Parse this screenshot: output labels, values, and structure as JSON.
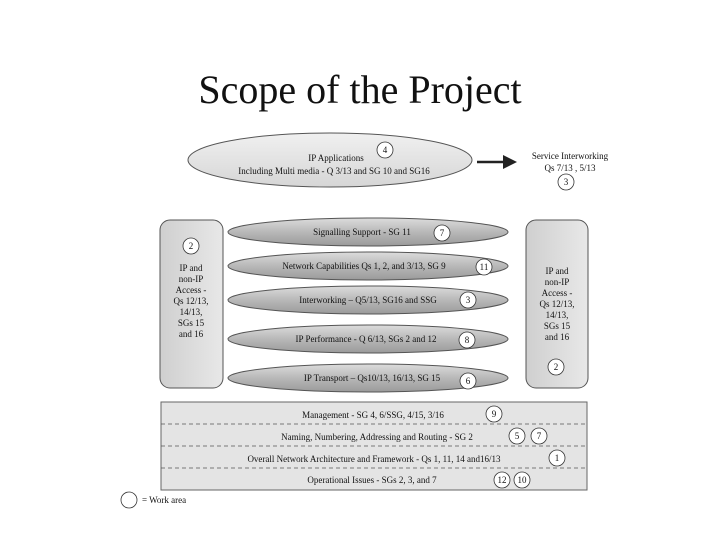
{
  "page": {
    "title": "Scope of the Project"
  },
  "diagram": {
    "apps": {
      "line1": "IP Applications",
      "line2": "Including Multi media - Q 3/13 and SG 10 and SG16",
      "badge": "4"
    },
    "service": {
      "line1": "Service Interworking",
      "line2": "Qs 7/13 , 5/13",
      "badge": "3"
    },
    "left_access": {
      "badge": "2",
      "lines": [
        "IP and",
        "non-IP",
        "Access -",
        "Qs 12/13,",
        "14/13,",
        "SGs 15",
        "and 16"
      ]
    },
    "right_access": {
      "badge": "2",
      "lines": [
        "IP and",
        "non-IP",
        "Access -",
        "Qs 12/13,",
        "14/13,",
        "SGs 15",
        "and 16"
      ]
    },
    "layers": [
      {
        "label": "Signalling Support - SG 11",
        "badge": "7"
      },
      {
        "label": "Network Capabilities Qs 1, 2, and 3/13, SG 9",
        "badge": "11"
      },
      {
        "label": "Interworking – Q5/13, SG16 and SSG",
        "badge": "3"
      },
      {
        "label": "IP Performance - Q 6/13, SGs 2 and 12",
        "badge": "8"
      },
      {
        "label": "IP Transport – Qs10/13, 16/13, SG 15",
        "badge": "6"
      }
    ],
    "bottom_rows": [
      {
        "label": "Management - SG 4, 6/SSG, 4/15, 3/16",
        "badges": [
          "9"
        ]
      },
      {
        "label": "Naming, Numbering, Addressing and Routing - SG 2",
        "badges": [
          "5",
          "7"
        ]
      },
      {
        "label": "Overall Network Architecture and Framework - Qs 1, 11, 14 and16/13",
        "badges": [
          "1"
        ]
      },
      {
        "label": "Operational Issues - SGs 2, 3, and 7",
        "badges": [
          "12",
          "10"
        ]
      }
    ],
    "legend": {
      "label": "= Work area"
    }
  }
}
